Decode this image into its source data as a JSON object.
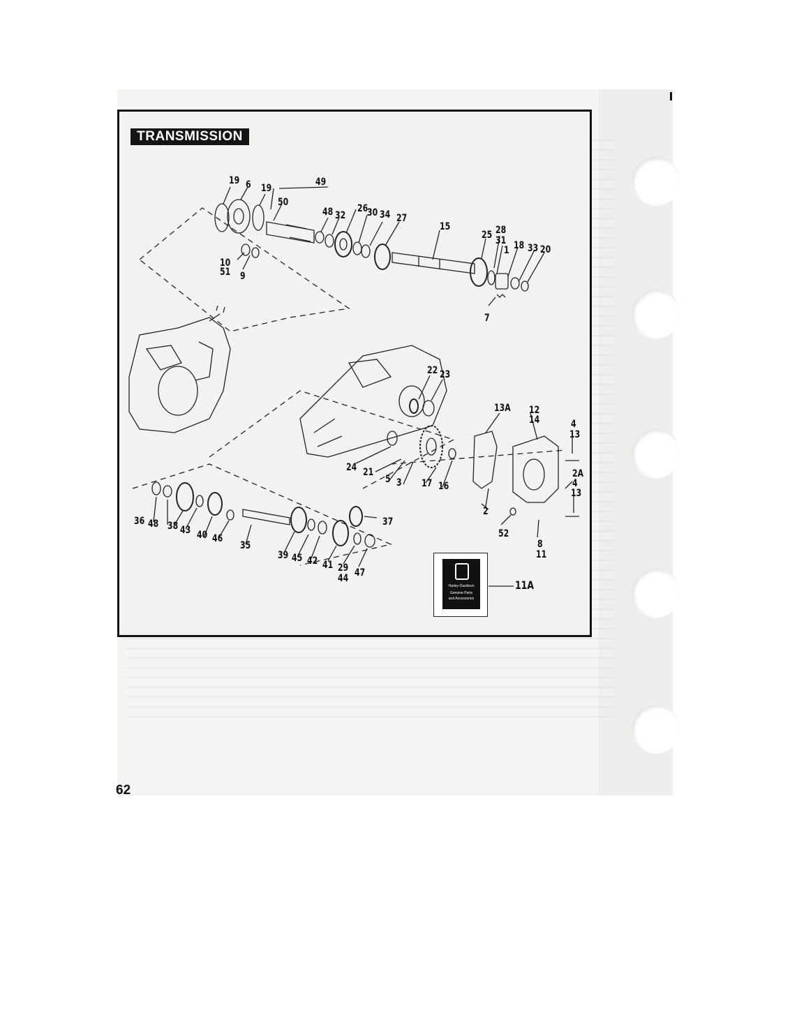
{
  "header": {
    "title": "TRANSMISSION"
  },
  "page": {
    "number": "62"
  },
  "parts_box": {
    "brand": "Harley-Davidson",
    "line1": "Genuine Parts",
    "line2": "and Accessories"
  },
  "callouts": [
    "19",
    "6",
    "19",
    "49",
    "50",
    "48",
    "32",
    "26",
    "30",
    "34",
    "27",
    "15",
    "25",
    "28",
    "31",
    "18",
    "33",
    "20",
    "1",
    "7",
    "10",
    "51",
    "9",
    "22",
    "23",
    "13A",
    "12",
    "14",
    "4",
    "13",
    "2A",
    "4",
    "13",
    "24",
    "21",
    "5",
    "3",
    "17",
    "16",
    "2",
    "52",
    "8",
    "11",
    "36",
    "48",
    "38",
    "43",
    "40",
    "46",
    "35",
    "39",
    "45",
    "42",
    "41",
    "29",
    "44",
    "47",
    "37",
    "11A"
  ]
}
